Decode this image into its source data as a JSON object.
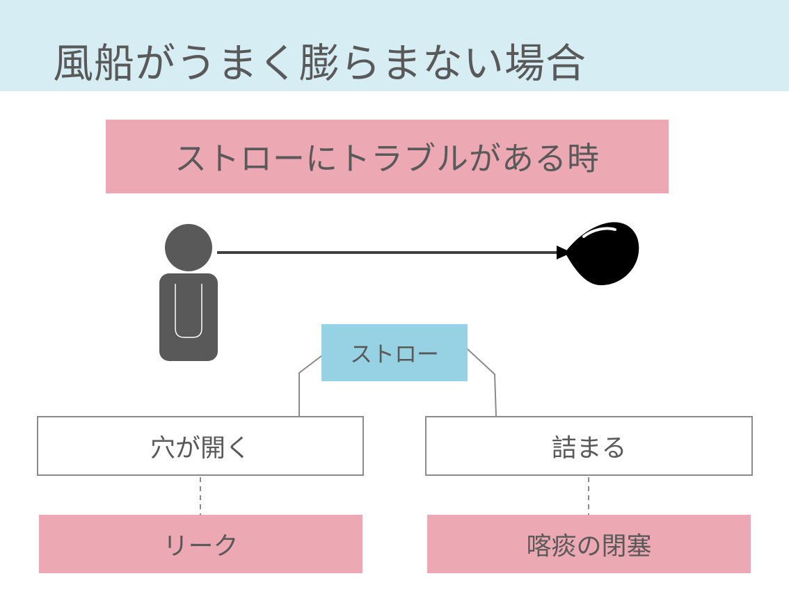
{
  "title": "風船がうまく膨らまない場合",
  "banner": "ストローにトラブルがある時",
  "center_node": "ストロー",
  "branches": [
    {
      "cause": "穴が開く",
      "result": "リーク"
    },
    {
      "cause": "詰まる",
      "result": "喀痰の閉塞"
    }
  ],
  "colors": {
    "header_band": "#d6edf4",
    "banner_pink": "#eca9b4",
    "straw_blue": "#96d2e3",
    "text_gray": "#595959",
    "person_gray": "#595959",
    "balloon_black": "#000000"
  },
  "icons": [
    "person-icon",
    "balloon-icon",
    "arrow-icon"
  ]
}
